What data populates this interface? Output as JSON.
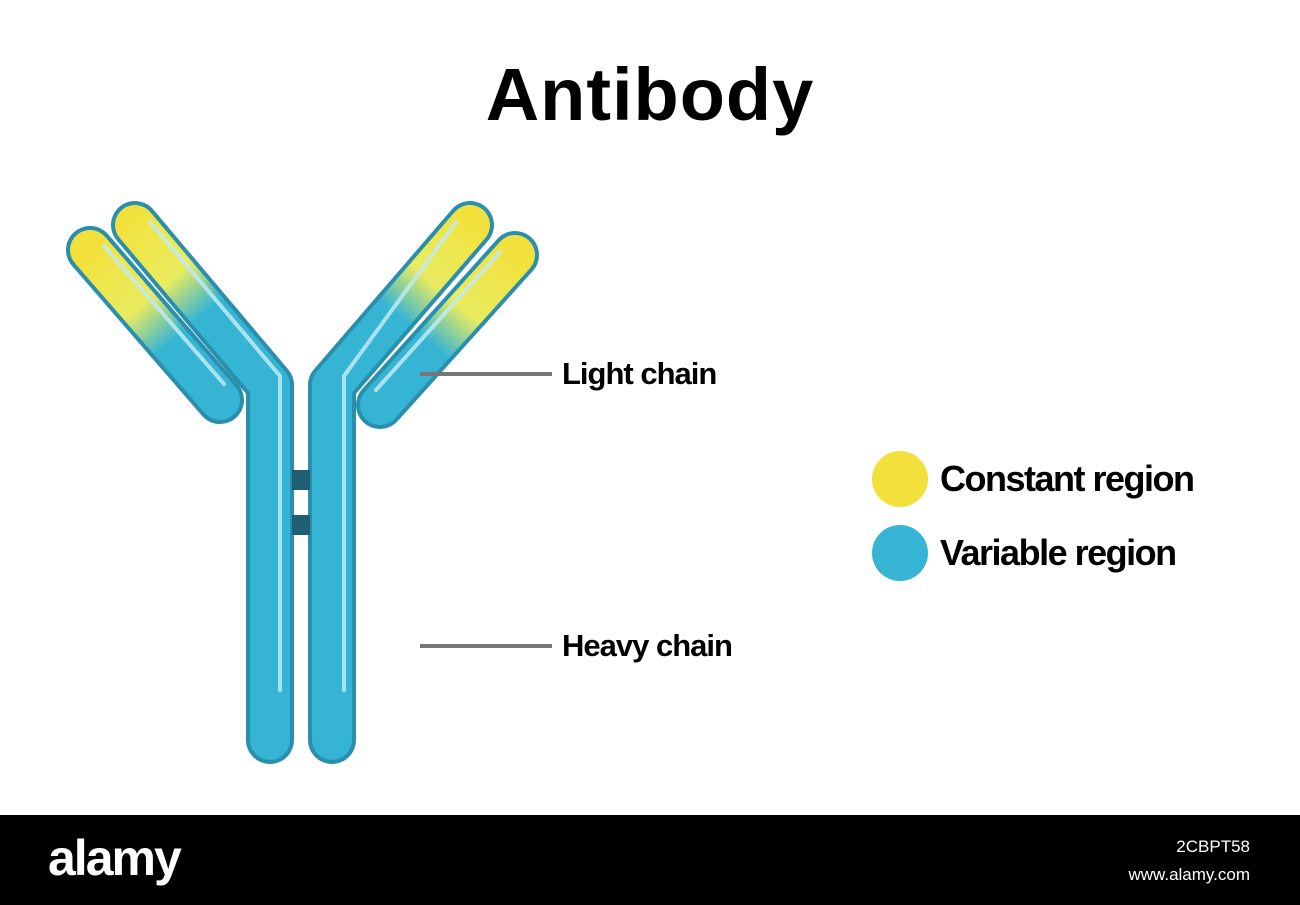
{
  "title": "Antibody",
  "labels": {
    "light_chain": "Light chain",
    "heavy_chain": "Heavy chain"
  },
  "legend": [
    {
      "label": "Constant region",
      "color": "#f2e13c"
    },
    {
      "label": "Variable region",
      "color": "#35b4d4"
    }
  ],
  "colors": {
    "chain_blue": "#35b4d4",
    "chain_blue_dark": "#2a8fae",
    "chain_yellow": "#f2e13c",
    "chain_highlight": "#bfeaf4",
    "disulfide": "#1f5f73",
    "leader_line": "#777777"
  },
  "footer": {
    "brand": "alamy",
    "image_id": "2CBPT58",
    "site": "www.alamy.com"
  }
}
